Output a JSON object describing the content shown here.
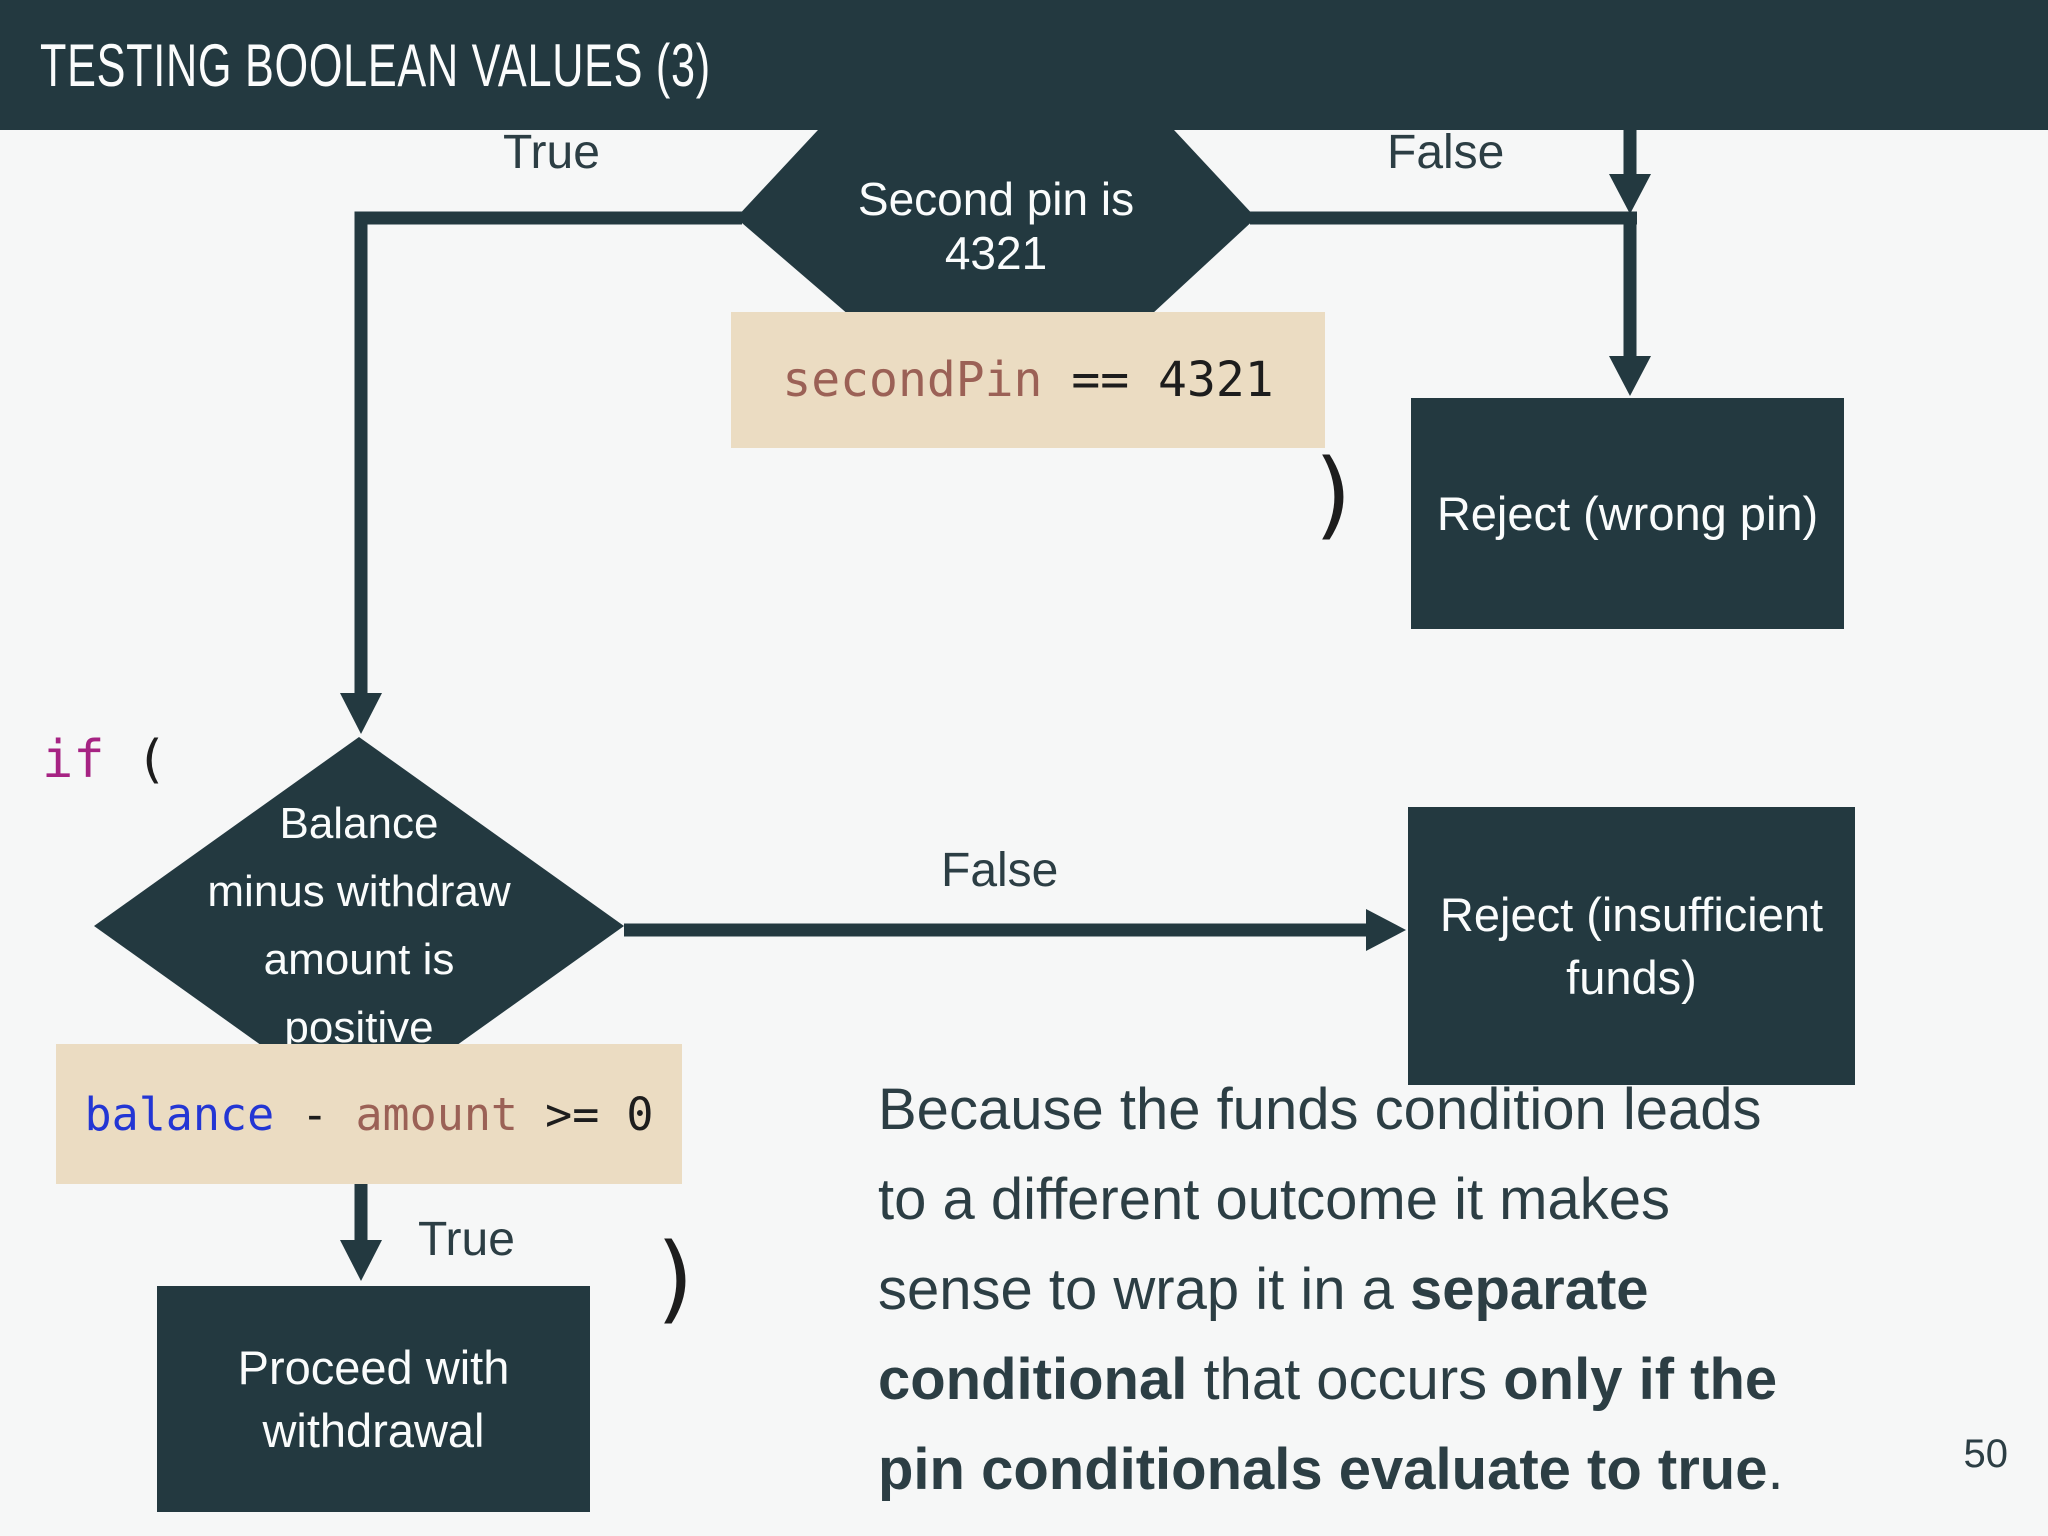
{
  "header": {
    "title": "TESTING BOOLEAN VALUES (3)"
  },
  "page_number": "50",
  "palette": {
    "dark_teal": "#233940",
    "background": "#f6f7f7",
    "code_box_tan": "#ebdcc2",
    "code_brown": "#9b6156",
    "code_blue": "#2336d4",
    "code_magenta": "#a62383",
    "code_black": "#1d1d1d",
    "body_text": "#2c3e44",
    "node_text": "#fafcfc"
  },
  "flowchart": {
    "pin_decision": {
      "line1": "Second pin is",
      "line2": "4321"
    },
    "pin_true_label": "True",
    "pin_false_label": "False",
    "pin_code": {
      "segments": [
        {
          "t": "secondPin",
          "s": "brown"
        },
        {
          "t": " == ",
          "s": "dark"
        },
        {
          "t": "4321",
          "s": "dark"
        }
      ]
    },
    "pin_close_paren": ")",
    "if_keyword": "if",
    "if_open_paren": " (",
    "balance_decision": {
      "lines": [
        "Balance",
        "minus withdraw",
        "amount is",
        "positive"
      ]
    },
    "balance_false_label": "False",
    "balance_true_label": "True",
    "balance_code": {
      "segments": [
        {
          "t": "balance",
          "s": "blue"
        },
        {
          "t": " - ",
          "s": "dark"
        },
        {
          "t": "amount",
          "s": "brown"
        },
        {
          "t": " >= ",
          "s": "dark"
        },
        {
          "t": "0",
          "s": "dark"
        }
      ]
    },
    "balance_close_paren": ")",
    "reject_wrong_pin": {
      "label": "Reject (wrong pin)"
    },
    "reject_insufficient": {
      "line1": "Reject (insufficient",
      "line2": "funds)"
    },
    "proceed": {
      "line1": "Proceed with",
      "line2": "withdrawal"
    }
  },
  "note": {
    "lines": [
      [
        {
          "t": "Because the funds condition leads",
          "b": false
        }
      ],
      [
        {
          "t": "to a different outcome it makes",
          "b": false
        }
      ],
      [
        {
          "t": "sense to wrap it in a ",
          "b": false
        },
        {
          "t": "separate",
          "b": true
        }
      ],
      [
        {
          "t": "conditional",
          "b": true
        },
        {
          "t": " that occurs ",
          "b": false
        },
        {
          "t": "only if the",
          "b": true
        }
      ],
      [
        {
          "t": "pin conditionals evaluate to true",
          "b": true
        },
        {
          "t": ".",
          "b": false
        }
      ]
    ]
  }
}
